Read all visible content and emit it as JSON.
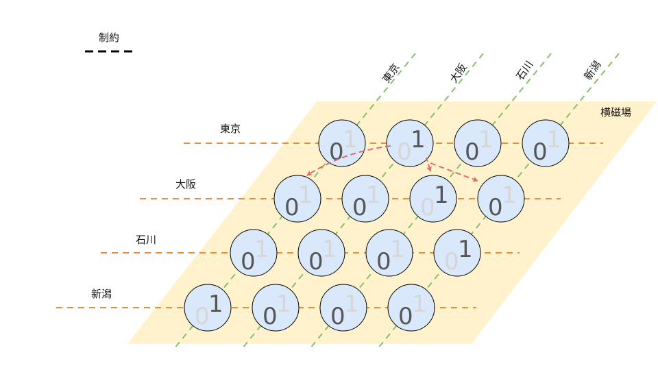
{
  "legend": {
    "label": "制約"
  },
  "field_label": "横磁場",
  "rows": [
    "東京",
    "大阪",
    "石川",
    "新潟"
  ],
  "columns": [
    "東京",
    "大阪",
    "石川",
    "新潟"
  ],
  "grid": [
    [
      0,
      1,
      0,
      0
    ],
    [
      0,
      0,
      1,
      0
    ],
    [
      0,
      0,
      0,
      1
    ],
    [
      1,
      0,
      0,
      0
    ]
  ],
  "colors": {
    "field": "#fff2cc",
    "node_fill": "#dae8fc",
    "node_stroke": "#000000",
    "row_line": "#ea8e35",
    "column_line": "#82c168",
    "arrow": "#dd6b66",
    "legend_line": "#000000",
    "digit_active": "#555555",
    "digit_faded": "#d6d6d6"
  }
}
